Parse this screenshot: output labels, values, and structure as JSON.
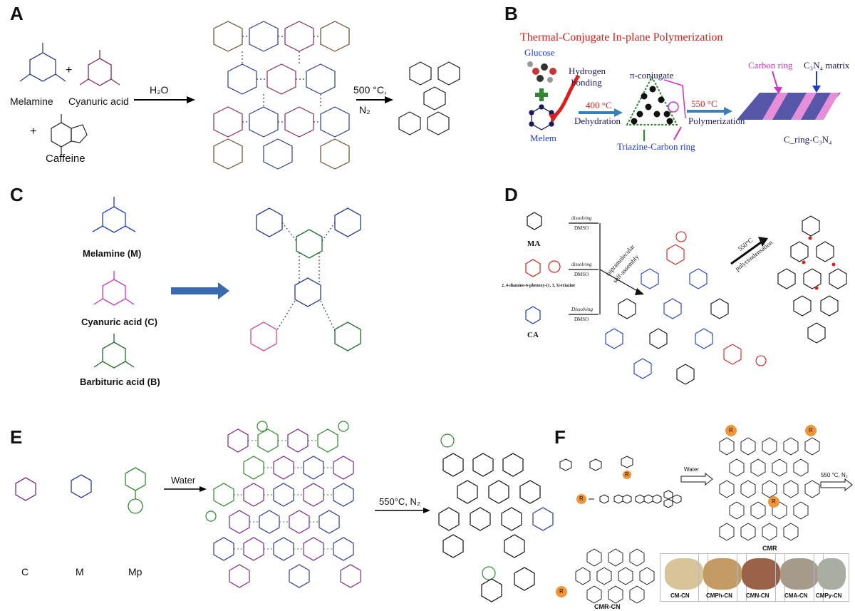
{
  "panels": {
    "A": {
      "label": "A",
      "melamine": "Melamine",
      "cyanuric": "Cyanuric acid",
      "caffeine": "Caffeine",
      "plus1": "+",
      "plus2": "+",
      "solvent": "H₂O",
      "temp": "500 °C,",
      "gas": "N₂"
    },
    "B": {
      "label": "B",
      "title": "Thermal-Conjugate In-plane Polymerization",
      "glucose": "Glucose",
      "hbond1": "Hydrogen",
      "hbond2": "bonding",
      "melem": "Melem",
      "temp1": "400 °C",
      "dehydration": "Dehydration",
      "pi": "π-conjugate",
      "triazine": "Triazine-Carbon ring",
      "temp2": "550 °C",
      "polymerization": "Polymerization",
      "carbon_ring": "Carbon ring",
      "matrix": "C₃N₄ matrix",
      "product": "C_ring-C₃N₄"
    },
    "C": {
      "label": "C",
      "melamine": "Melamine (M)",
      "cyanuric": "Cyanuric acid (C)",
      "barbituric": "Barbituric acid (B)"
    },
    "D": {
      "label": "D",
      "ma": "MA",
      "mid": "2, 4-diamino-6-phenoxy-(1, 3, 5)-triazine",
      "ca": "CA",
      "dissolving1": "dissolving",
      "dmso1": "DMSO",
      "dissolving2": "dissolving",
      "dmso2": "DMSO",
      "dissolving3": "Dissolving",
      "dmso3": "DMSO",
      "supra1": "supramolecular",
      "supra2": "self-assembly",
      "temp": "550°C",
      "poly": "polycondensation"
    },
    "E": {
      "label": "E",
      "c": "C",
      "m": "M",
      "mp": "Mp",
      "water": "Water",
      "cond": "550°C, N₂"
    },
    "F": {
      "label": "F",
      "water": "Water",
      "cond": "550 °C, N₂",
      "cmr": "CMR",
      "cmrcn": "CMR-CN",
      "r": "R",
      "samples": [
        {
          "name": "CM-CN",
          "color": "#d9c49a"
        },
        {
          "name": "CMPh-CN",
          "color": "#c49a63"
        },
        {
          "name": "CMN-CN",
          "color": "#9a6248"
        },
        {
          "name": "CMA-CN",
          "color": "#a59a8c"
        },
        {
          "name": "CMPy-CN",
          "color": "#a9ada2"
        }
      ]
    }
  },
  "colors": {
    "navy": "#2c3a92",
    "red": "#d9201c",
    "blue": "#1c3ad9",
    "green": "#2f8a2f",
    "magenta": "#cf32c7",
    "pink": "#d64a9a",
    "darkgreen": "#1e6b2a",
    "purple": "#7a2a86",
    "brown": "#6b4a2b",
    "orange": "#f0953a",
    "teal": "#3a7fb5"
  }
}
